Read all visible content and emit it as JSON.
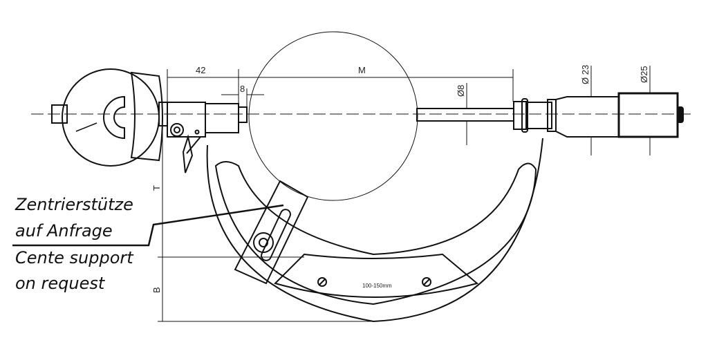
{
  "dimensions": {
    "d42": "42",
    "M": "M",
    "d8": "8",
    "dia8": "Ø8",
    "dia23": "Ø 23",
    "dia25": "Ø25",
    "T": "T",
    "B": "B"
  },
  "frame_label": "100-150mm",
  "callout": {
    "line1": "Zentrierstütze",
    "line2": "auf Anfrage",
    "line3": "Cente support",
    "line4": "on request"
  }
}
